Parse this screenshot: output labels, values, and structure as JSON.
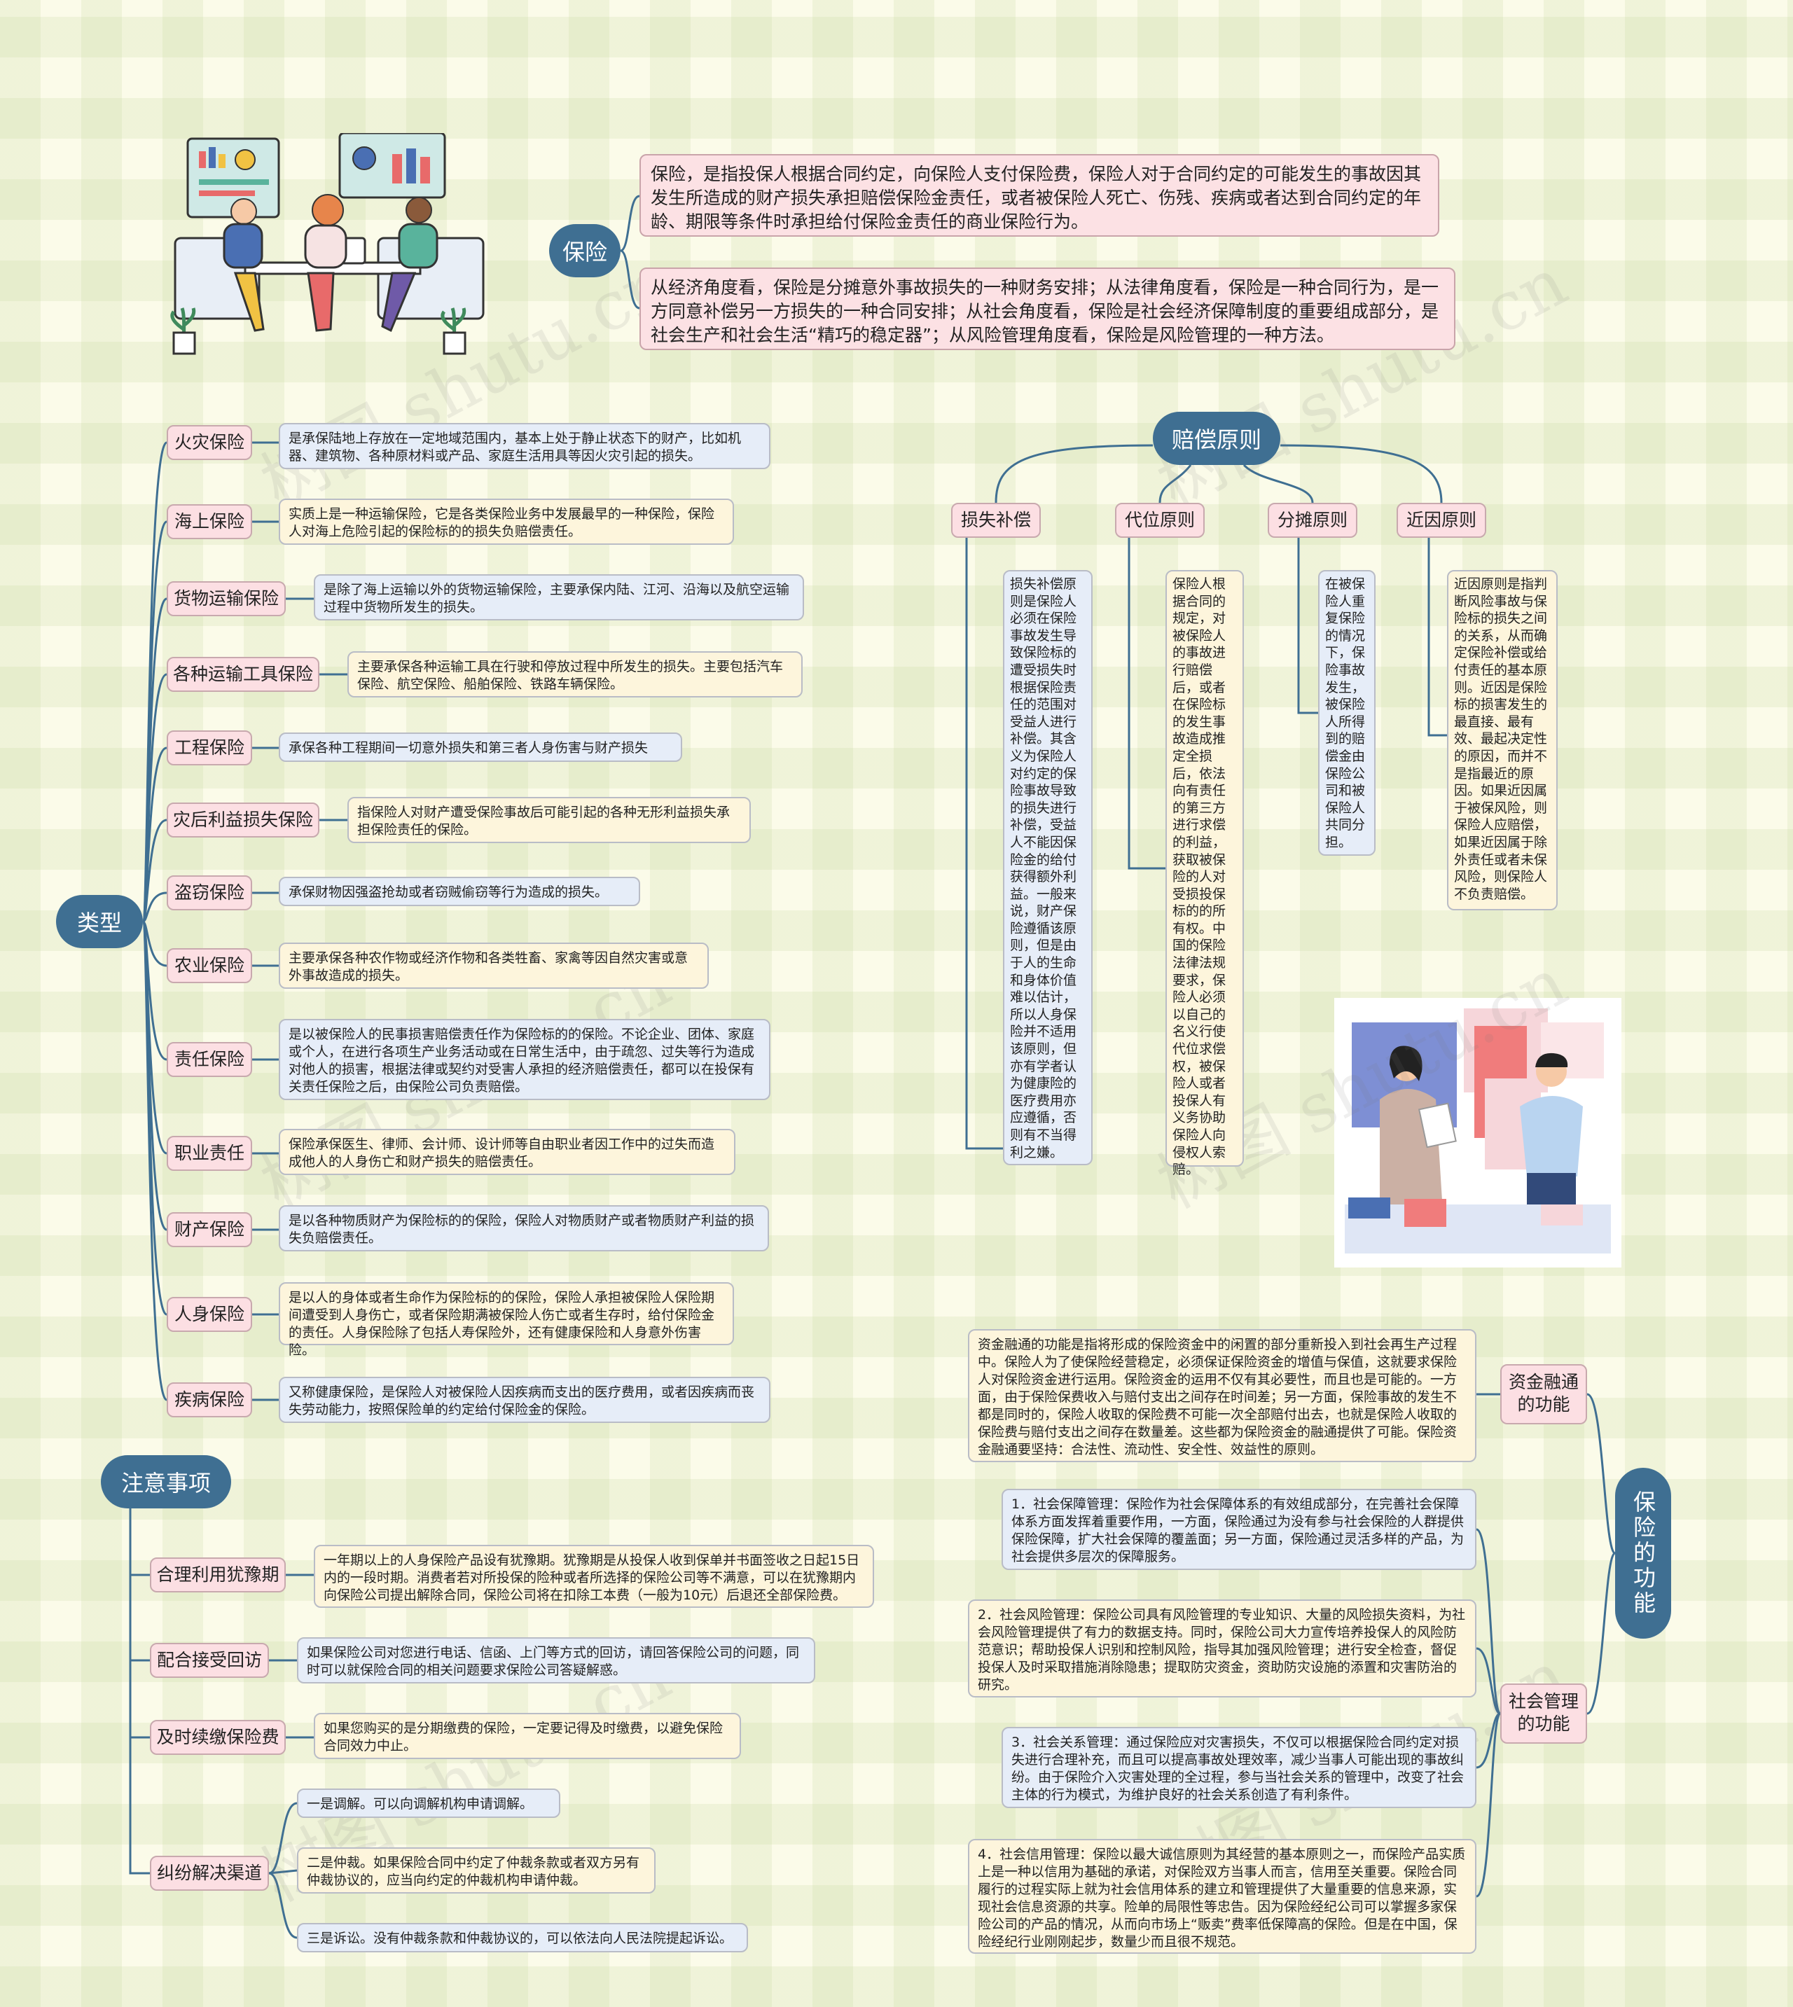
{
  "insurance": {
    "title": "保险",
    "def1": "保险，是指投保人根据合同约定，向保险人支付保险费，保险人对于合同约定的可能发生的事故因其发生所造成的财产损失承担赔偿保险金责任，或者被保险人死亡、伤残、疾病或者达到合同约定的年龄、期限等条件时承担给付保险金责任的商业保险行为。",
    "def2": "从经济角度看，保险是分摊意外事故损失的一种财务安排；从法律角度看，保险是一种合同行为，是一方同意补偿另一方损失的一种合同安排；从社会角度看，保险是社会经济保障制度的重要组成部分，是社会生产和社会生活“精巧的稳定器”；从风险管理角度看，保险是风险管理的一种方法。"
  },
  "types": {
    "title": "类型",
    "items": [
      {
        "label": "火灾保险",
        "desc": "是承保陆地上存放在一定地域范围内，基本上处于静止状态下的财产，比如机器、建筑物、各种原材料或产品、家庭生活用具等因火灾引起的损失。"
      },
      {
        "label": "海上保险",
        "desc": "实质上是一种运输保险，它是各类保险业务中发展最早的一种保险，保险人对海上危险引起的保险标的的损失负赔偿责任。"
      },
      {
        "label": "货物运输保险",
        "desc": "是除了海上运输以外的货物运输保险，主要承保内陆、江河、沿海以及航空运输过程中货物所发生的损失。"
      },
      {
        "label": "各种运输工具保险",
        "desc": "主要承保各种运输工具在行驶和停放过程中所发生的损失。主要包括汽车保险、航空保险、船舶保险、铁路车辆保险。"
      },
      {
        "label": "工程保险",
        "desc": "承保各种工程期间一切意外损失和第三者人身伤害与财产损失"
      },
      {
        "label": "灾后利益损失保险",
        "desc": "指保险人对财产遭受保险事故后可能引起的各种无形利益损失承担保险责任的保险。"
      },
      {
        "label": "盗窃保险",
        "desc": "承保财物因强盗抢劫或者窃贼偷窃等行为造成的损失。"
      },
      {
        "label": "农业保险",
        "desc": "主要承保各种农作物或经济作物和各类牲畜、家禽等因自然灾害或意外事故造成的损失。"
      },
      {
        "label": "责任保险",
        "desc": "是以被保险人的民事损害赔偿责任作为保险标的的保险。不论企业、团体、家庭或个人，在进行各项生产业务活动或在日常生活中，由于疏忽、过失等行为造成对他人的损害，根据法律或契约对受害人承担的经济赔偿责任，都可以在投保有关责任保险之后，由保险公司负责赔偿。"
      },
      {
        "label": "职业责任",
        "desc": "保险承保医生、律师、会计师、设计师等自由职业者因工作中的过失而造成他人的人身伤亡和财产损失的赔偿责任。"
      },
      {
        "label": "财产保险",
        "desc": "是以各种物质财产为保险标的的保险，保险人对物质财产或者物质财产利益的损失负赔偿责任。"
      },
      {
        "label": "人身保险",
        "desc": "是以人的身体或者生命作为保险标的的保险，保险人承担被保险人保险期间遭受到人身伤亡，或者保险期满被保险人伤亡或者生存时，给付保险金的责任。人身保险除了包括人寿保险外，还有健康保险和人身意外伤害险。"
      },
      {
        "label": "疾病保险",
        "desc": "又称健康保险，是保险人对被保险人因疾病而支出的医疗费用，或者因疾病而丧失劳动能力，按照保险单的约定给付保险金的保险。"
      }
    ]
  },
  "notes": {
    "title": "注意事项",
    "items": [
      {
        "label": "合理利用犹豫期",
        "desc": "一年期以上的人身保险产品设有犹豫期。犹豫期是从投保人收到保单并书面签收之日起15日内的一段时期。消费者若对所投保的险种或者所选择的保险公司等不满意，可以在犹豫期内向保险公司提出解除合同，保险公司将在扣除工本费（一般为10元）后退还全部保险费。"
      },
      {
        "label": "配合接受回访",
        "desc": "如果保险公司对您进行电话、信函、上门等方式的回访，请回答保险公司的问题，同时可以就保险合同的相关问题要求保险公司答疑解惑。"
      },
      {
        "label": "及时续缴保险费",
        "desc": "如果您购买的是分期缴费的保险，一定要记得及时缴费，以避免保险合同效力中止。"
      },
      {
        "label": "纠纷解决渠道",
        "subs": [
          "一是调解。可以向调解机构申请调解。",
          "二是仲裁。如果保险合同中约定了仲裁条款或者双方另有仲裁协议的，应当向约定的仲裁机构申请仲裁。",
          "三是诉讼。没有仲裁条款和仲裁协议的，可以依法向人民法院提起诉讼。"
        ]
      }
    ]
  },
  "principles": {
    "title": "赔偿原则",
    "items": [
      {
        "label": "损失补偿",
        "desc": "损失补偿原则是保险人必须在保险事故发生导致保险标的遭受损失时根据保险责任的范围对受益人进行补偿。其含义为保险人对约定的保险事故导致的损失进行补偿，受益人不能因保险金的给付获得额外利益。一般来说，财产保险遵循该原则，但是由于人的生命和身体价值难以估计，所以人身保险并不适用该原则，但亦有学者认为健康险的医疗费用亦应遵循，否则有不当得利之嫌。"
      },
      {
        "label": "代位原则",
        "desc": "保险人根据合同的规定，对被保险人的事故进行赔偿后，或者在保险标的发生事故造成推定全损后，依法向有责任的第三方进行求偿的利益，获取被保险的人对受损投保标的的所有权。中国的保险法律法规要求，保险人必须以自己的名义行使代位求偿权，被保险人或者投保人有义务协助保险人向侵权人索赔。"
      },
      {
        "label": "分摊原则",
        "desc": "在被保险人重复保险的情况下，保险事故发生，被保险人所得到的赔偿金由保险公司和被保险人共同分担。"
      },
      {
        "label": "近因原则",
        "desc": "近因原则是指判断风险事故与保险标的损失之间的关系，从而确定保险补偿或给付责任的基本原则。近因是保险标的损害发生的最直接、最有效、最起决定性的原因，而并不是指最近的原因。如果近因属于被保风险，则保险人应赔偿，如果近因属于除外责任或者未保风险，则保险人不负责赔偿。"
      }
    ]
  },
  "functions": {
    "title": "保险的功能",
    "finance": {
      "label": "资金融通的功能",
      "desc": "资金融通的功能是指将形成的保险资金中的闲置的部分重新投入到社会再生产过程中。保险人为了使保险经营稳定，必须保证保险资金的增值与保值，这就要求保险人对保险资金进行运用。保险资金的运用不仅有其必要性，而且也是可能的。一方面，由于保险保费收入与赔付支出之间存在时间差；另一方面，保险事故的发生不都是同时的，保险人收取的保险费不可能一次全部赔付出去，也就是保险人收取的保险费与赔付支出之间存在数量差。这些都为保险资金的融通提供了可能。保险资金融通要坚持：合法性、流动性、安全性、效益性的原则。"
    },
    "social": {
      "label": "社会管理的功能",
      "items": [
        "1．社会保障管理：保险作为社会保障体系的有效组成部分，在完善社会保障体系方面发挥着重要作用，一方面，保险通过为没有参与社会保险的人群提供保险保障，扩大社会保障的覆盖面；另一方面，保险通过灵活多样的产品，为社会提供多层次的保障服务。",
        "2．社会风险管理：保险公司具有风险管理的专业知识、大量的风险损失资料，为社会风险管理提供了有力的数据支持。同时，保险公司大力宣传培养投保人的风险防范意识；帮助投保人识别和控制风险，指导其加强风险管理；进行安全检查，督促投保人及时采取措施消除隐患；提取防灾资金，资助防灾设施的添置和灾害防治的研究。",
        "3．社会关系管理：通过保险应对灾害损失，不仅可以根据保险合同约定对损失进行合理补充，而且可以提高事故处理效率，减少当事人可能出现的事故纠纷。由于保险介入灾害处理的全过程，参与当社会关系的管理中，改变了社会主体的行为模式，为维护良好的社会关系创造了有利条件。",
        "4．社会信用管理：保险以最大诚信原则为其经营的基本原则之一，而保险产品实质上是一种以信用为基础的承诺，对保险双方当事人而言，信用至关重要。保险合同履行的过程实际上就为社会信用体系的建立和管理提供了大量重要的信息来源，实现社会信息资源的共享。险单的局限性等忠告。因为保险经纪公司可以掌握多家保险公司的产品的情况，从而向市场上“贩卖”费率低保障高的保险。但是在中国，保险经纪行业刚刚起步，数量少而且很不规范。"
      ]
    }
  },
  "watermark": "树图 shutu.cn",
  "colors": {
    "hub": "#3f6f92",
    "line": "#3f6f92",
    "label_bg": "#fcdfe3",
    "note_yellow": "#fdf5dc",
    "note_blue": "#e6edf8"
  }
}
